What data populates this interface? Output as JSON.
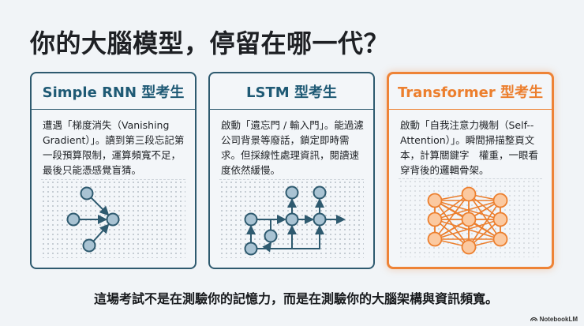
{
  "title": "你的大腦模型，停留在哪一代？",
  "cards": [
    {
      "heading": "Simple RNN 型考生",
      "body": "遭遇「梯度消失（Vanishing Gradient）」。讀到第三段忘記第一段預算限制，運算頻寬不足，最後只能憑感覺盲猜。",
      "diagram": "rnn-vanishing-diagram",
      "accent": "#2e5a6f"
    },
    {
      "heading": "LSTM 型考生",
      "body": "啟動「遺忘門 / 輸入門」。能過濾公司背景等廢話，鎖定即時需求。但採線性處理資訊，閱讀速度依然緩慢。",
      "diagram": "lstm-gate-diagram",
      "accent": "#2e5a6f"
    },
    {
      "heading": "Transformer 型考生",
      "body": "啟動「自我注意力機制（Self--Attention）」。瞬間掃描整頁文本，計算關鍵字　權重，一眼看穿背後的邏輯骨架。",
      "diagram": "transformer-attention-diagram",
      "accent": "#ee8336"
    }
  ],
  "footer": "這場考試不是在測驗你的記憶力，而是在測驗你的大腦架構與資訊頻寬。",
  "brand": {
    "icon": "notebooklm-logo-icon",
    "label": "NotebookLM"
  },
  "colors": {
    "background": "#f1f4f7",
    "primary": "#1f5a75",
    "border": "#2e5a6f",
    "highlight": "#ee8336",
    "node_fill_blue": "#a9c3d3",
    "node_fill_orange": "#fbc9a0"
  }
}
